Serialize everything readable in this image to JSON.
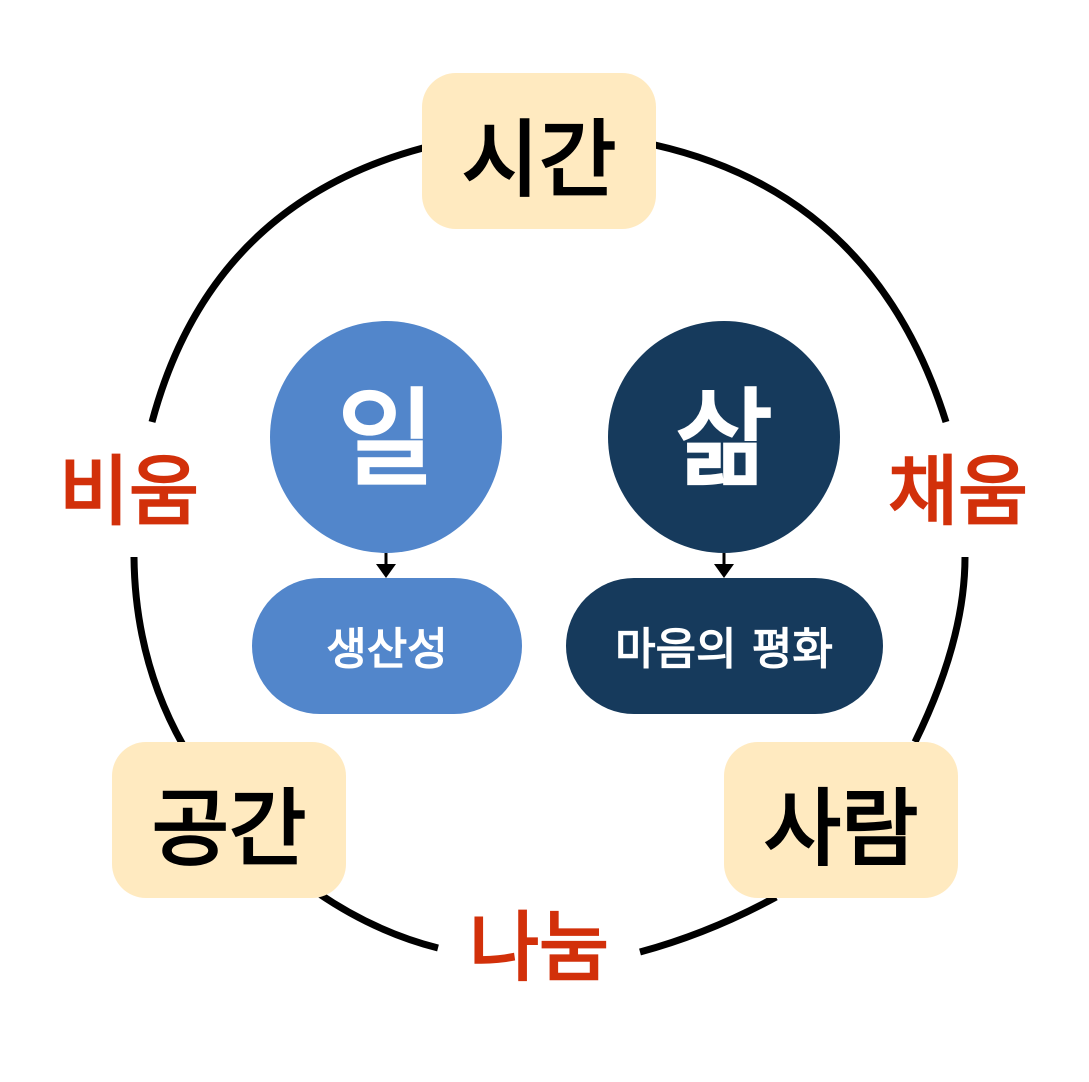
{
  "nodes": {
    "time": "시간",
    "space": "공간",
    "people": "사람",
    "work": "일",
    "life": "삶",
    "productivity": "생산성",
    "peace_of_mind": "마음의 평화"
  },
  "relations": {
    "emptying": "비움",
    "filling": "채움",
    "sharing": "나눔"
  },
  "colors": {
    "corner_box": "#ffeac0",
    "work_blue": "#5286cb",
    "life_navy": "#163a5c",
    "relation_red": "#d2300a",
    "ring": "#000000",
    "background": "#ffffff"
  }
}
